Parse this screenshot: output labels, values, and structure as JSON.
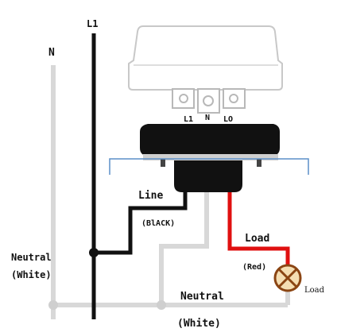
{
  "wires": {
    "line_top_label": "L1",
    "neutral_top_label": "N",
    "line_label": "Line",
    "line_color_label": "(BlACK)",
    "load_label": "Load",
    "load_color_label": "(Red)",
    "lamp_label": "Load",
    "neutral_left_label_1": "Neutral",
    "neutral_left_label_2": "(White)",
    "neutral_bottom_label_1": "Neutral",
    "neutral_bottom_label_2": "(White)"
  },
  "photocell": {
    "terminal_labels": [
      "L1",
      "N",
      "LO"
    ]
  },
  "colors": {
    "line_wire": "#111111",
    "neutral_wire": "#d8d8d8",
    "load_wire": "#e01010",
    "lamp_outline": "#8b4513",
    "lamp_fill": "#f5deb3",
    "mount_plate": "#5b8fc9",
    "housing": "#111111"
  }
}
